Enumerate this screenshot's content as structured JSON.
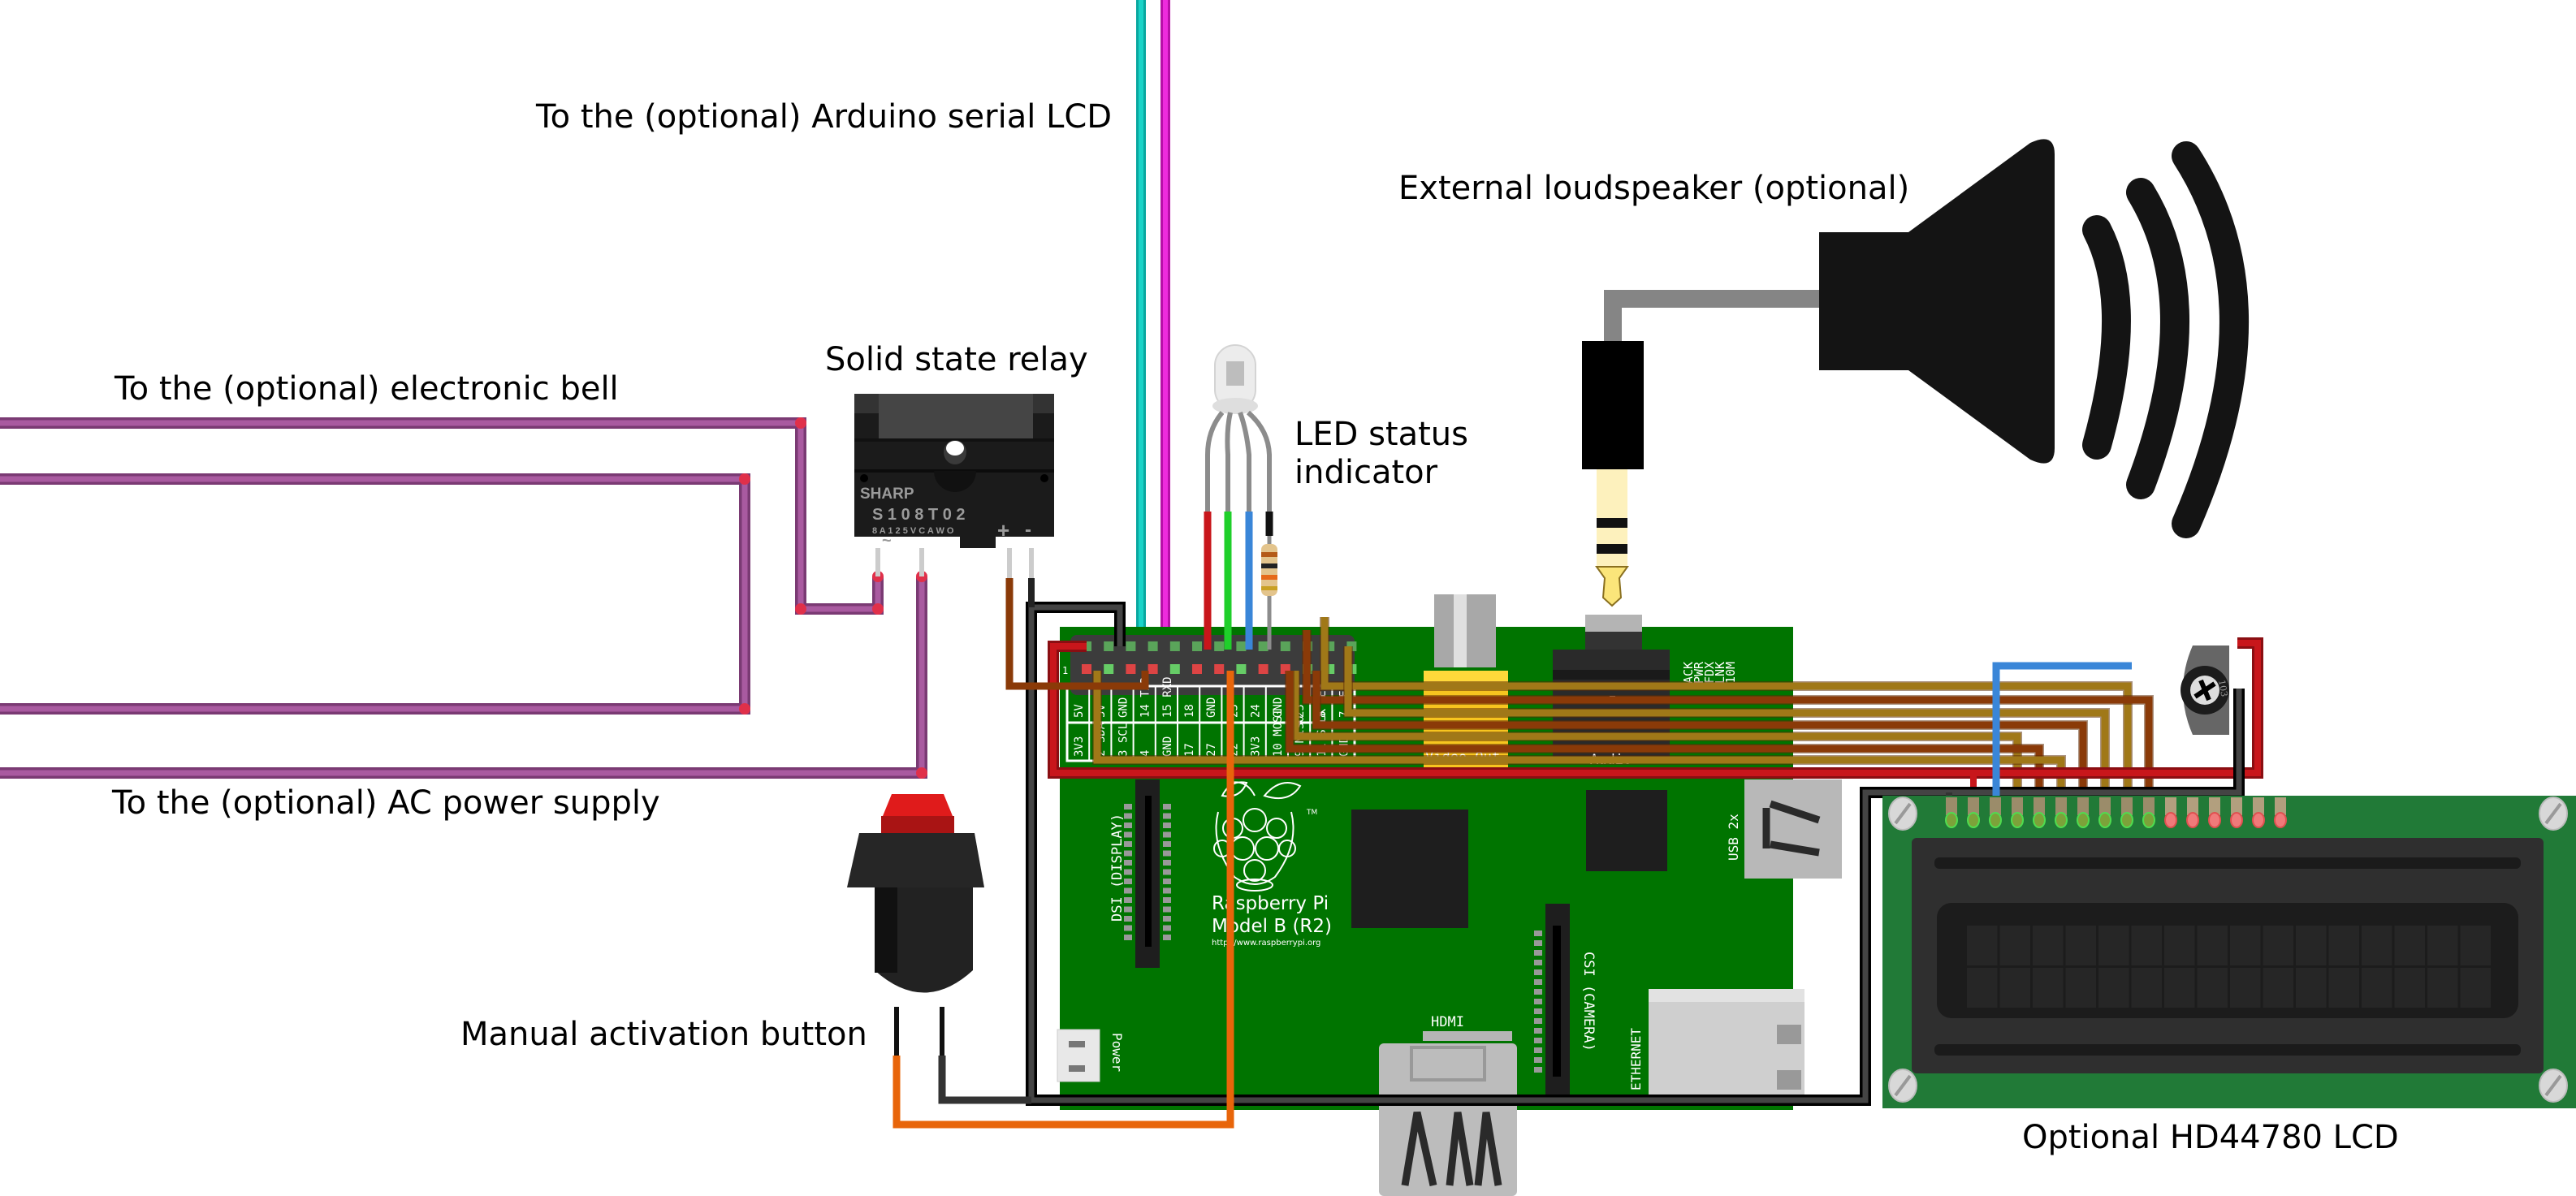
{
  "labels": {
    "arduino_lcd": "To the (optional) Arduino serial LCD",
    "speaker": "External loudspeaker (optional)",
    "relay": "Solid state relay",
    "bell": "To the (optional) electronic bell",
    "led": [
      "LED status",
      "indicator"
    ],
    "ac_power": "To the (optional) AC power supply",
    "button": "Manual activation button",
    "lcd": "Optional HD44780 LCD"
  },
  "relay": {
    "brand": "SHARP",
    "model": "S 1 0 8 T 0 2",
    "rating": "8 A 1 2 5 V C A   W O",
    "ac_symbol": "~",
    "plus": "+",
    "minus": "-"
  },
  "pi": {
    "name_line1": "Raspberry Pi",
    "name_line2": "Model B (R2)",
    "url": "http://www.raspberrypi.org",
    "trademark": "TM",
    "pin1_marker": "1",
    "gpio_top_row": [
      "5V",
      "5V",
      "GND",
      "14 TXD",
      "15 RXD",
      "18",
      "GND",
      "23",
      "24",
      "GND",
      "25",
      "8 CE0",
      "7 CE1"
    ],
    "gpio_bottom_row": [
      "3V3",
      "2 SDA",
      "3 SCL",
      "4",
      "GND",
      "17",
      "27",
      "22",
      "3V3",
      "10 MOSI",
      "9 MISO",
      "11 SCLK",
      "GND"
    ],
    "connectors": {
      "video_out": "Video-Out",
      "audio": "Audio",
      "usb": "USB 2x",
      "ethernet": "ETHERNET",
      "hdmi": "HDMI",
      "dsi": "DSI (DISPLAY)",
      "csi": "CSI (CAMERA)",
      "power": "Power"
    },
    "status_leds": [
      "ACK",
      "PWR",
      "FDX",
      "LNK",
      "10M"
    ]
  },
  "potentiometer": {
    "marking": "103"
  },
  "lcd": {
    "columns": 16,
    "rows": 2,
    "pins": 16
  },
  "colors": {
    "pcb_green": "#007400",
    "lcd_green": "#217a37",
    "wire_purple": "#a95aa0",
    "wire_red": "#c8161b",
    "wire_black": "#404040",
    "wire_orange": "#e8650a",
    "wire_brown": "#8a3a08",
    "wire_ochre": "#a07818",
    "wire_cyan": "#1ad3c8",
    "wire_magenta": "#ee2bdd",
    "wire_green": "#1fcf2a",
    "wire_blue": "#3a86d8",
    "wire_gray": "#858585"
  }
}
